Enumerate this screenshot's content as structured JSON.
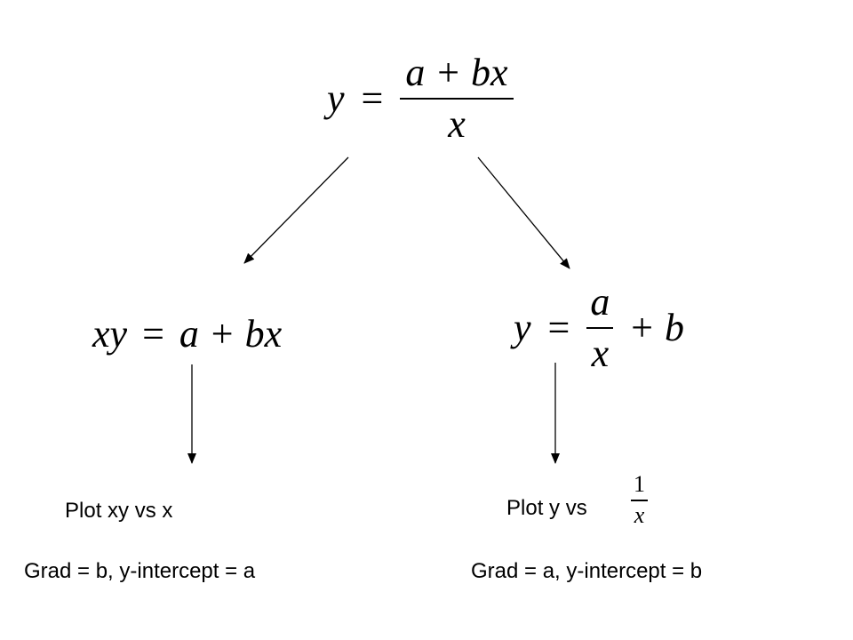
{
  "top_equation": {
    "lhs": "y",
    "equals": "=",
    "numerator": "a + bx",
    "denominator": "x"
  },
  "left_equation": {
    "lhs": "xy",
    "equals": "=",
    "rhs": "a + bx"
  },
  "right_equation": {
    "lhs": "y",
    "equals": "=",
    "numerator": "a",
    "denominator": "x",
    "tail": "+ b"
  },
  "left_plot": {
    "text": "Plot xy vs x"
  },
  "right_plot": {
    "text": "Plot y vs",
    "frac_numerator": "1",
    "frac_denominator": "x"
  },
  "left_result": {
    "text": "Grad = b, y-intercept = a"
  },
  "right_result": {
    "text": "Grad = a, y-intercept = b"
  },
  "colors": {
    "text": "#000000",
    "arrow": "#000000",
    "background": "#ffffff"
  }
}
